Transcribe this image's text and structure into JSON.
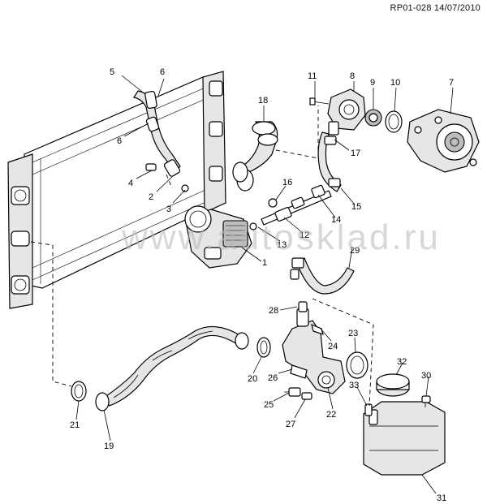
{
  "header": {
    "reference": "RP01-028 14/07/2010"
  },
  "watermark": {
    "text": "www.autosklad.ru"
  },
  "callouts": [
    "1",
    "2",
    "3",
    "4",
    "5",
    "6",
    "6",
    "7",
    "8",
    "9",
    "10",
    "11",
    "12",
    "13",
    "14",
    "15",
    "16",
    "17",
    "18",
    "19",
    "20",
    "21",
    "22",
    "23",
    "24",
    "25",
    "26",
    "27",
    "28",
    "29",
    "30",
    "31",
    "32",
    "33"
  ]
}
